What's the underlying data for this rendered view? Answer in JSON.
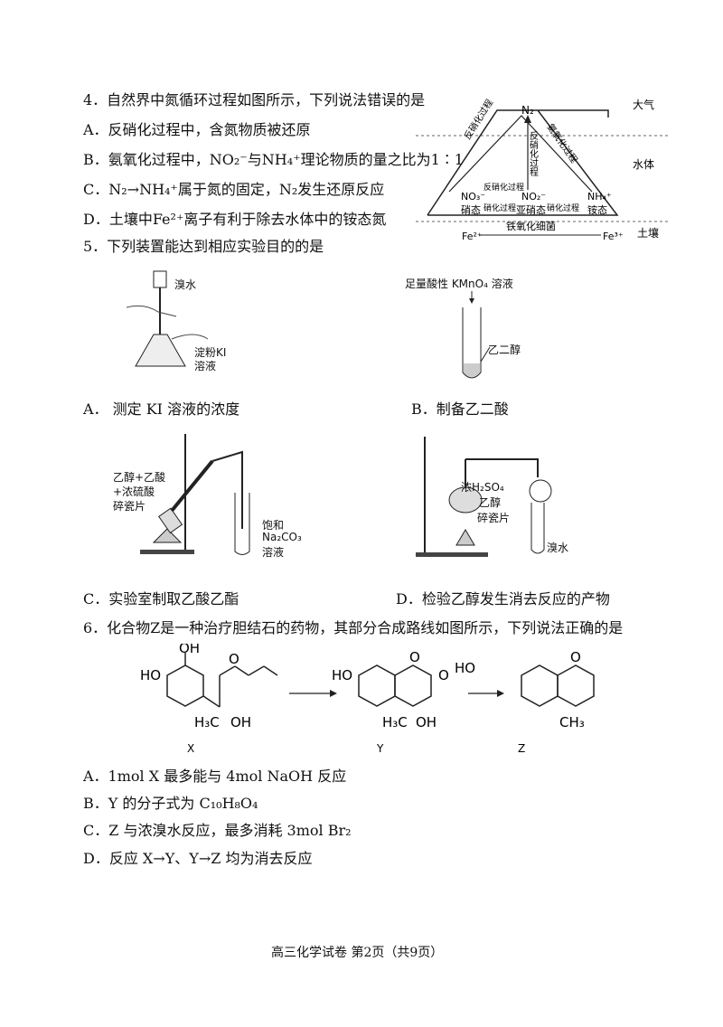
{
  "q4": {
    "stem": "4．自然界中氮循环过程如图所示，下列说法错误的是",
    "A": "A．反硝化过程中，含氮物质被还原",
    "B_pre": "B．氨氧化过程中，",
    "B_no2": "NO₂⁻",
    "B_mid": "与",
    "B_nh4": "NH₄⁺",
    "B_post": "理论物质的量之比为1∶1",
    "C": "C．N₂→NH₄⁺属于氮的固定，N₂发生还原反应",
    "D": "D．土壤中Fe²⁺离子有利于除去水体中的铵态氮",
    "diagram": {
      "layer_air": "大气",
      "layer_water": "水体",
      "layer_soil": "土壤",
      "n2": "N₂",
      "left_arrow": "反硝化过程",
      "center_arrow": "反硝化过程",
      "right_arrow": "氨氧化过程",
      "no3": "NO₃⁻",
      "no3_name": "硝态",
      "no2": "NO₂⁻",
      "no2_name": "亚硝态",
      "nh4": "NH₄⁺",
      "nh4_name": "铵态",
      "denitrify": "反硝化过程",
      "nitrify1": "硝化过程",
      "nitrify2": "硝化过程",
      "fe2": "Fe²⁺",
      "fe3": "Fe³⁺",
      "bacteria": "铁氧化细菌"
    }
  },
  "q5": {
    "stem": "5．下列装置能达到相应实验目的的是",
    "A_lab1": "溴水",
    "A_lab2": "淀粉KI",
    "A_lab3": "溶液",
    "A": "A．  测定 KI 溶液的浓度",
    "B_lab1": "足量酸性 KMnO₄ 溶液",
    "B_lab2": "乙二醇",
    "B": "B．制备乙二酸",
    "C_lab1": "乙醇+乙酸",
    "C_lab2": "+浓硫酸",
    "C_lab3": "碎瓷片",
    "C_lab4": "饱和",
    "C_lab5": "Na₂CO₃",
    "C_lab6": "溶液",
    "C": "C．实验室制取乙酸乙酯",
    "D_lab1": "浓H₂SO₄",
    "D_lab2": "乙醇",
    "D_lab3": "碎瓷片",
    "D_lab4": "溴水",
    "D": "D．检验乙醇发生消去反应的产物"
  },
  "q6": {
    "stem": "6．化合物Z是一种治疗胆结石的药物，其部分合成路线如图所示，下列说法正确的是",
    "ho": "HO",
    "oh": "OH",
    "h3c": "H₃C",
    "ch3": "CH₃",
    "o": "O",
    "X": "X",
    "Y": "Y",
    "Z": "Z",
    "A": "A．1mol X 最多能与 4mol NaOH 反应",
    "B": "B．Y 的分子式为 C₁₀H₈O₄",
    "C": "C．Z 与浓溴水反应，最多消耗 3mol Br₂",
    "D": "D．反应 X→Y、Y→Z 均为消去反应"
  },
  "footer": "高三化学试卷   第2页（共9页）"
}
